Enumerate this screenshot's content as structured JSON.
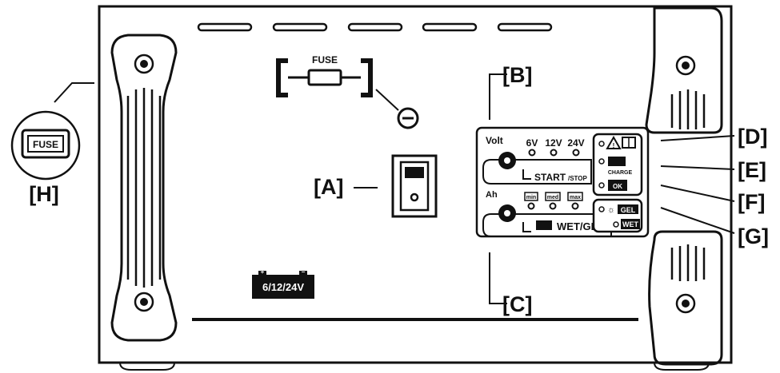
{
  "callouts": {
    "a": "[A]",
    "b": "[B]",
    "c": "[C]",
    "d": "[D]",
    "e": "[E]",
    "f": "[F]",
    "g": "[G]",
    "h": "[H]"
  },
  "fuse": {
    "top_label": "FUSE",
    "badge_label": "FUSE"
  },
  "battery": {
    "label": "6/12/24V"
  },
  "panel": {
    "volt_label": "Volt",
    "voltages": [
      "6V",
      "12V",
      "24V"
    ],
    "start_label": "START",
    "stop_label": "/STOP",
    "ah_label": "Ah",
    "ah_levels": [
      "min",
      "med",
      "max"
    ],
    "wetgel_label": "WET/GEL",
    "charge_label": "CHARGE",
    "ok_label": "OK",
    "gel_label": "GEL",
    "wet_label": "WET"
  },
  "colors": {
    "stroke": "#111111",
    "background": "#ffffff"
  }
}
